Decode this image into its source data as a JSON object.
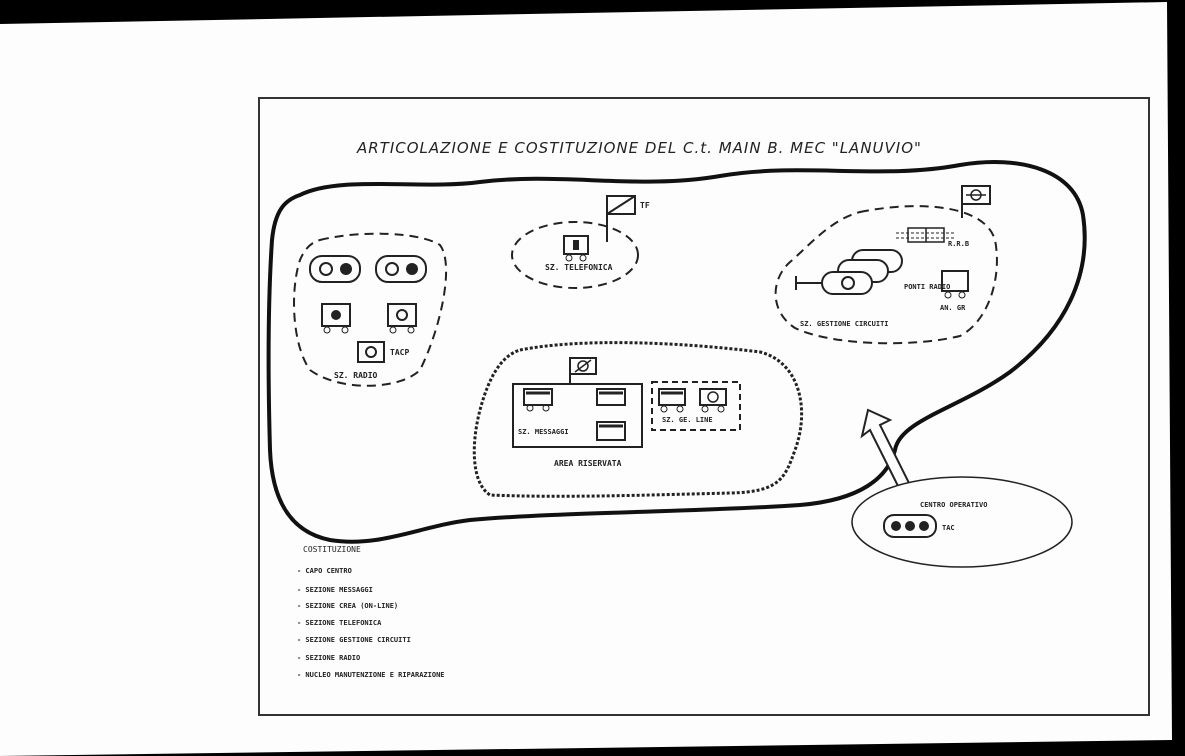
{
  "title": "ARTICOLAZIONE E COSTITUZIONE  DEL C.t.  MAIN  B. MEC  \"LANUVIO\"",
  "sections": {
    "radio": {
      "label": "SZ.  RADIO",
      "tag": "TACP"
    },
    "telefonica": {
      "label": "SZ. TELEFONICA",
      "tag": "TF"
    },
    "gestione_circuiti": {
      "label": "SZ. GESTIONE CIRCUITI",
      "ponti_label": "PONTI RADIO",
      "rrb_label": "R.R.B",
      "aux_label": "AN. GR"
    },
    "area_riservata": {
      "label": "AREA  RISERVATA",
      "messaggi_label": "SZ. MESSAGGI",
      "geline_label": "SZ. GE. LINE"
    },
    "centro_operativo": {
      "label": "CENTRO OPERATIVO",
      "tag": "TAC"
    }
  },
  "legend": {
    "heading": "COSTITUZIONE",
    "items": [
      "- CAPO  CENTRO",
      "- SEZIONE  MESSAGGI",
      "- SEZIONE  CREA  (ON-LINE)",
      "- SEZIONE  TELEFONICA",
      "- SEZIONE  GESTIONE  CIRCUITI",
      "- SEZIONE  RADIO",
      "- NUCLEO  MANUTENZIONE  E  RIPARAZIONE"
    ]
  },
  "colors": {
    "paper": "#fdfdfd",
    "ink": "#1e1e1e",
    "border": "#000000"
  }
}
